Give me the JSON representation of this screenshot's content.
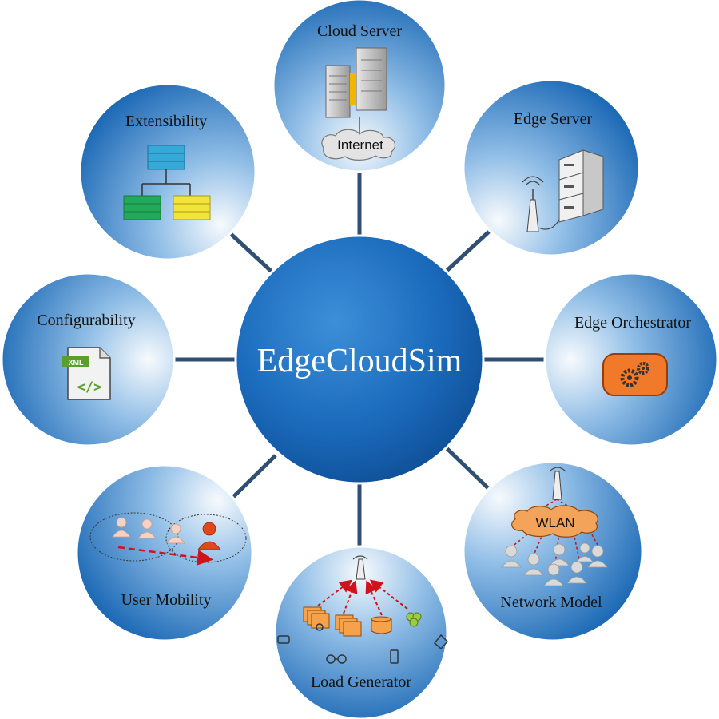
{
  "center": {
    "label": "EdgeCloudSim"
  },
  "nodes": [
    {
      "key": "cloud_server",
      "label": "Cloud Server",
      "icon": "server-rack-icon",
      "sub_label": "Internet"
    },
    {
      "key": "edge_server",
      "label": "Edge Server",
      "icon": "edge-server-icon"
    },
    {
      "key": "edge_orchestrator",
      "label": "Edge Orchestrator",
      "icon": "gears-icon"
    },
    {
      "key": "network_model",
      "label": "Network Model",
      "icon": "wlan-network-icon",
      "sub_label": "WLAN"
    },
    {
      "key": "load_generator",
      "label": "Load Generator",
      "icon": "load-generator-icon"
    },
    {
      "key": "user_mobility",
      "label": "User Mobility",
      "icon": "user-mobility-icon"
    },
    {
      "key": "configurability",
      "label": "Configurability",
      "icon": "xml-file-icon",
      "sub_label": "XML"
    },
    {
      "key": "extensibility",
      "label": "Extensibility",
      "icon": "class-hierarchy-icon"
    }
  ],
  "colors": {
    "circle_dark": "#1565b5",
    "circle_light": "#f4f8fc",
    "connector": "#2f4f73",
    "orchestrator_box": "#f07a2a",
    "xml_green": "#5a9e2c",
    "hierarchy_blue": "#35a9d8",
    "hierarchy_green": "#22a95a",
    "hierarchy_yellow": "#f3e43a",
    "user_highlight": "#e0471a",
    "arrow_red": "#d0131a"
  }
}
